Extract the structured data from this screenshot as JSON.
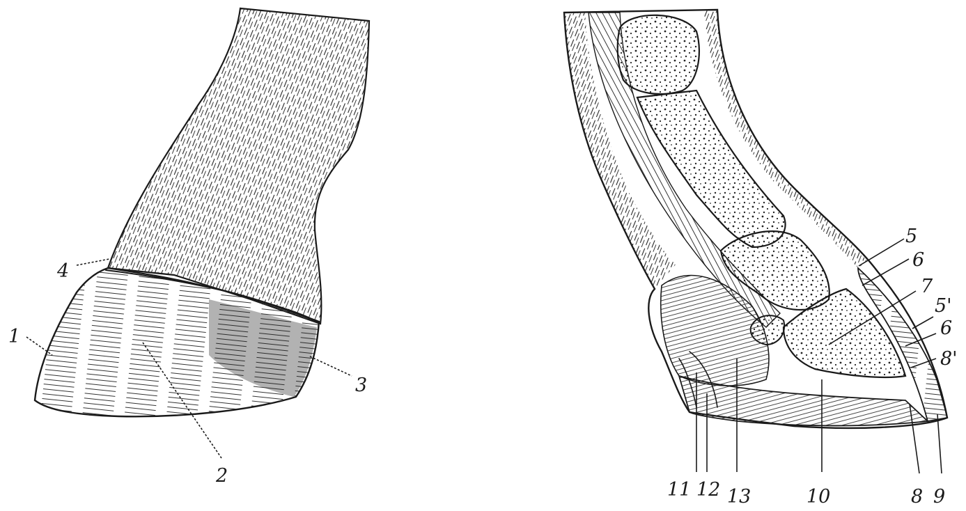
{
  "figure": {
    "left_view": {
      "labels": [
        "1",
        "2",
        "3",
        "4"
      ]
    },
    "right_view": {
      "labels": [
        "5",
        "6",
        "7",
        "5'",
        "6",
        "8'",
        "8",
        "9",
        "10",
        "11",
        "12",
        "13"
      ]
    }
  }
}
